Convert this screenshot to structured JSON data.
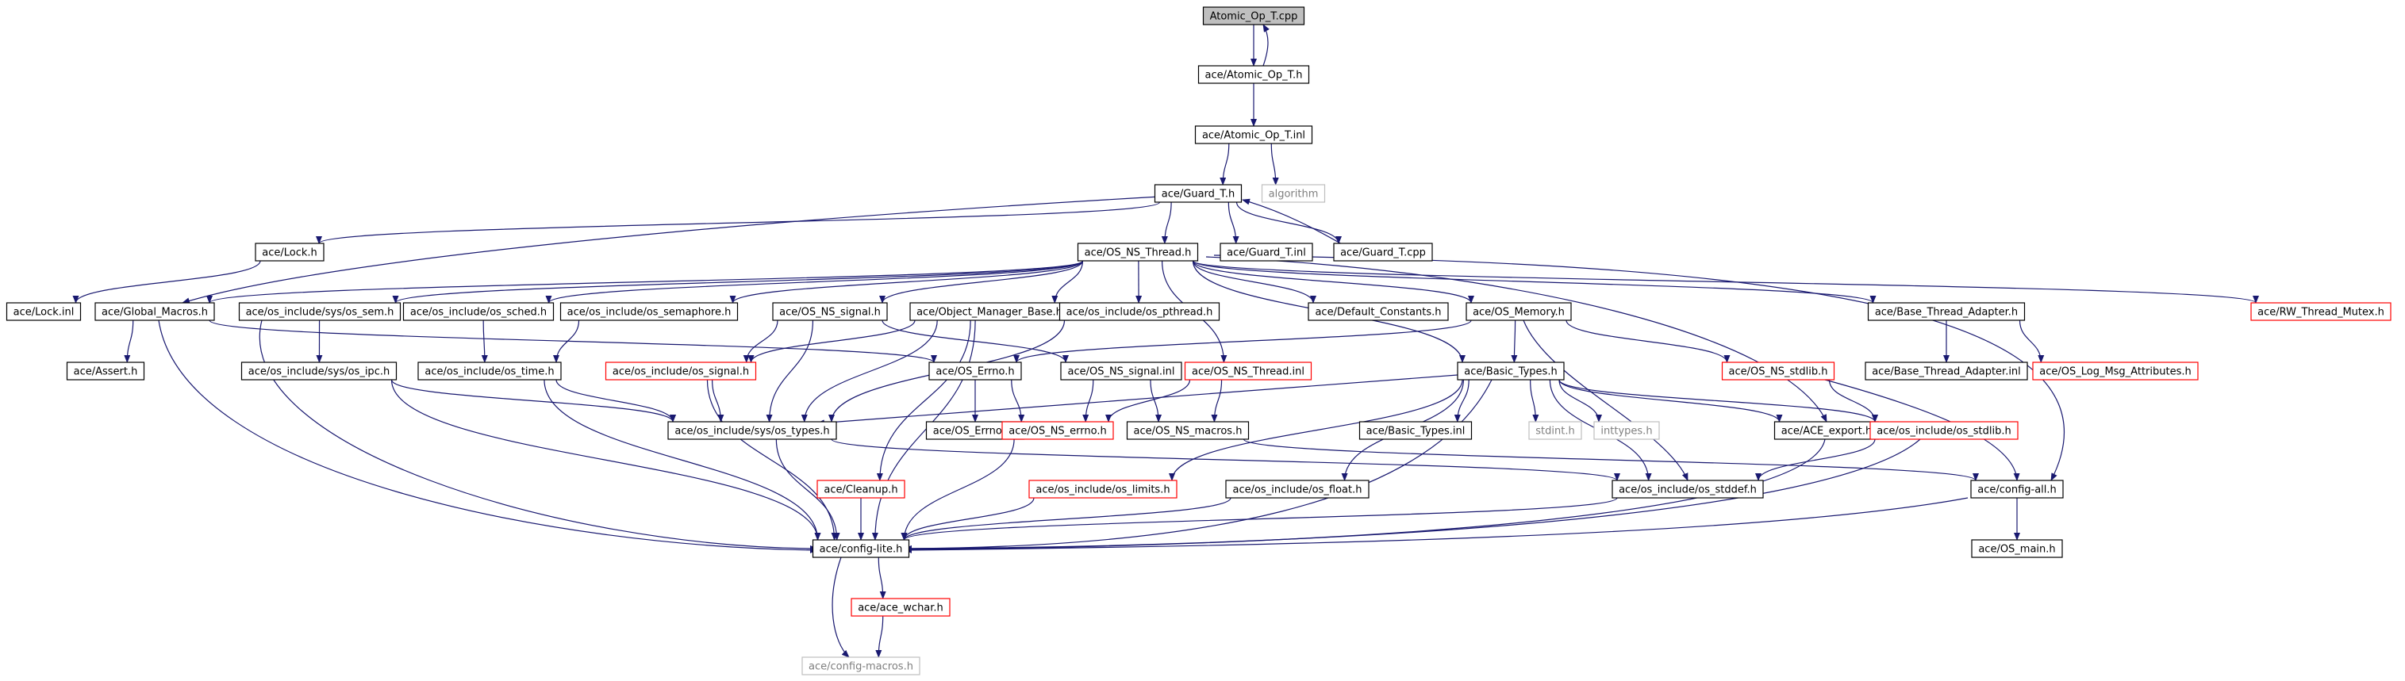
{
  "colors": {
    "edge": "#191970",
    "box_default": "#000000",
    "box_truncated": "#ff0000",
    "box_external": "#bfbfbf",
    "root_fill": "#bfbfbf",
    "text": "#000000",
    "text_external": "#7f7f7f"
  },
  "nodes": [
    {
      "id": "n_atomic_op_t_cpp",
      "label": "Atomic_Op_T.cpp",
      "kind": "root"
    },
    {
      "id": "n_atomic_op_t_h",
      "label": "ace/Atomic_Op_T.h",
      "kind": "normal"
    },
    {
      "id": "n_atomic_op_t_inl",
      "label": "ace/Atomic_Op_T.inl",
      "kind": "normal"
    },
    {
      "id": "n_algorithm",
      "label": "algorithm",
      "kind": "external"
    },
    {
      "id": "n_guard_t_h",
      "label": "ace/Guard_T.h",
      "kind": "normal"
    },
    {
      "id": "n_lock_h",
      "label": "ace/Lock.h",
      "kind": "normal"
    },
    {
      "id": "n_os_ns_thread_h",
      "label": "ace/OS_NS_Thread.h",
      "kind": "normal"
    },
    {
      "id": "n_guard_t_inl",
      "label": "ace/Guard_T.inl",
      "kind": "normal"
    },
    {
      "id": "n_guard_t_cpp",
      "label": "ace/Guard_T.cpp",
      "kind": "normal"
    },
    {
      "id": "n_lock_inl",
      "label": "ace/Lock.inl",
      "kind": "normal"
    },
    {
      "id": "n_global_macros_h",
      "label": "ace/Global_Macros.h",
      "kind": "normal"
    },
    {
      "id": "n_sys_sem_h",
      "label": "ace/os_include/sys/os_sem.h",
      "kind": "normal"
    },
    {
      "id": "n_os_sched_h",
      "label": "ace/os_include/os_sched.h",
      "kind": "normal"
    },
    {
      "id": "n_os_semaphore_h",
      "label": "ace/os_include/os_semaphore.h",
      "kind": "normal"
    },
    {
      "id": "n_os_ns_signal_h",
      "label": "ace/OS_NS_signal.h",
      "kind": "normal"
    },
    {
      "id": "n_object_manager_base_h",
      "label": "ace/Object_Manager_Base.h",
      "kind": "normal"
    },
    {
      "id": "n_os_pthread_h",
      "label": "ace/os_include/os_pthread.h",
      "kind": "normal"
    },
    {
      "id": "n_default_constants_h",
      "label": "ace/Default_Constants.h",
      "kind": "normal"
    },
    {
      "id": "n_os_memory_h",
      "label": "ace/OS_Memory.h",
      "kind": "normal"
    },
    {
      "id": "n_base_thread_adapter_h",
      "label": "ace/Base_Thread_Adapter.h",
      "kind": "normal"
    },
    {
      "id": "n_rw_thread_mutex_h",
      "label": "ace/RW_Thread_Mutex.h",
      "kind": "truncated"
    },
    {
      "id": "n_assert_h",
      "label": "ace/Assert.h",
      "kind": "normal"
    },
    {
      "id": "n_sys_ipc_h",
      "label": "ace/os_include/sys/os_ipc.h",
      "kind": "normal"
    },
    {
      "id": "n_os_time_h",
      "label": "ace/os_include/os_time.h",
      "kind": "normal"
    },
    {
      "id": "n_os_signal_h",
      "label": "ace/os_include/os_signal.h",
      "kind": "truncated"
    },
    {
      "id": "n_os_errno_h",
      "label": "ace/OS_Errno.h",
      "kind": "normal"
    },
    {
      "id": "n_os_ns_signal_inl",
      "label": "ace/OS_NS_signal.inl",
      "kind": "normal"
    },
    {
      "id": "n_os_ns_thread_inl",
      "label": "ace/OS_NS_Thread.inl",
      "kind": "truncated"
    },
    {
      "id": "n_basic_types_h",
      "label": "ace/Basic_Types.h",
      "kind": "normal"
    },
    {
      "id": "n_os_ns_stdlib_h",
      "label": "ace/OS_NS_stdlib.h",
      "kind": "truncated"
    },
    {
      "id": "n_base_thread_adapter_inl",
      "label": "ace/Base_Thread_Adapter.inl",
      "kind": "normal"
    },
    {
      "id": "n_os_log_msg_attributes_h",
      "label": "ace/OS_Log_Msg_Attributes.h",
      "kind": "truncated"
    },
    {
      "id": "n_sys_types_h",
      "label": "ace/os_include/sys/os_types.h",
      "kind": "normal"
    },
    {
      "id": "n_os_errno_inl",
      "label": "ace/OS_Errno.inl",
      "kind": "normal"
    },
    {
      "id": "n_os_include_os_errno_h",
      "label": "ace/OS_NS_errno.h",
      "kind": "truncated"
    },
    {
      "id": "n_os_ns_macros_h",
      "label": "ace/OS_NS_macros.h",
      "kind": "normal"
    },
    {
      "id": "n_basic_types_inl",
      "label": "ace/Basic_Types.inl",
      "kind": "normal"
    },
    {
      "id": "n_stdint_h",
      "label": "stdint.h",
      "kind": "external"
    },
    {
      "id": "n_inttypes_h",
      "label": "inttypes.h",
      "kind": "external"
    },
    {
      "id": "n_ace_export_h",
      "label": "ace/ACE_export.h",
      "kind": "normal"
    },
    {
      "id": "n_os_stdlib_h",
      "label": "ace/os_include/os_stdlib.h",
      "kind": "truncated"
    },
    {
      "id": "n_cleanup_h",
      "label": "ace/Cleanup.h",
      "kind": "truncated"
    },
    {
      "id": "n_os_limits_h",
      "label": "ace/os_include/os_limits.h",
      "kind": "truncated"
    },
    {
      "id": "n_os_float_h",
      "label": "ace/os_include/os_float.h",
      "kind": "normal"
    },
    {
      "id": "n_os_stddef_h",
      "label": "ace/os_include/os_stddef.h",
      "kind": "normal"
    },
    {
      "id": "n_config_all_h",
      "label": "ace/config-all.h",
      "kind": "normal"
    },
    {
      "id": "n_config_lite_h",
      "label": "ace/config-lite.h",
      "kind": "normal"
    },
    {
      "id": "n_os_main_h",
      "label": "ace/OS_main.h",
      "kind": "normal"
    },
    {
      "id": "n_ace_wchar_h",
      "label": "ace/ace_wchar.h",
      "kind": "truncated"
    },
    {
      "id": "n_config_macros_h",
      "label": "ace/config-macros.h",
      "kind": "external"
    }
  ],
  "edges": [
    [
      "n_atomic_op_t_cpp",
      "n_atomic_op_t_h"
    ],
    [
      "n_atomic_op_t_h",
      "n_atomic_op_t_cpp"
    ],
    [
      "n_atomic_op_t_h",
      "n_atomic_op_t_inl"
    ],
    [
      "n_atomic_op_t_inl",
      "n_guard_t_h"
    ],
    [
      "n_atomic_op_t_inl",
      "n_algorithm"
    ],
    [
      "n_guard_t_h",
      "n_lock_h"
    ],
    [
      "n_guard_t_h",
      "n_os_ns_thread_h"
    ],
    [
      "n_guard_t_h",
      "n_guard_t_inl"
    ],
    [
      "n_guard_t_h",
      "n_guard_t_cpp"
    ],
    [
      "n_guard_t_cpp",
      "n_guard_t_h"
    ],
    [
      "n_guard_t_h",
      "n_global_macros_h"
    ],
    [
      "n_lock_h",
      "n_lock_inl"
    ],
    [
      "n_os_ns_thread_h",
      "n_global_macros_h"
    ],
    [
      "n_os_ns_thread_h",
      "n_sys_sem_h"
    ],
    [
      "n_os_ns_thread_h",
      "n_os_sched_h"
    ],
    [
      "n_os_ns_thread_h",
      "n_os_semaphore_h"
    ],
    [
      "n_os_ns_thread_h",
      "n_os_ns_signal_h"
    ],
    [
      "n_os_ns_thread_h",
      "n_object_manager_base_h"
    ],
    [
      "n_os_ns_thread_h",
      "n_os_pthread_h"
    ],
    [
      "n_os_ns_thread_h",
      "n_default_constants_h"
    ],
    [
      "n_os_ns_thread_h",
      "n_os_memory_h"
    ],
    [
      "n_os_ns_thread_h",
      "n_base_thread_adapter_h"
    ],
    [
      "n_os_ns_thread_h",
      "n_rw_thread_mutex_h"
    ],
    [
      "n_os_ns_thread_h",
      "n_os_ns_thread_inl"
    ],
    [
      "n_os_ns_thread_h",
      "n_basic_types_h"
    ],
    [
      "n_os_ns_thread_h",
      "n_ace_export_h"
    ],
    [
      "n_os_ns_thread_h",
      "n_config_all_h"
    ],
    [
      "n_global_macros_h",
      "n_assert_h"
    ],
    [
      "n_global_macros_h",
      "n_config_lite_h"
    ],
    [
      "n_global_macros_h",
      "n_os_errno_h"
    ],
    [
      "n_sys_sem_h",
      "n_sys_ipc_h"
    ],
    [
      "n_sys_sem_h",
      "n_config_lite_h"
    ],
    [
      "n_os_sched_h",
      "n_os_time_h"
    ],
    [
      "n_os_semaphore_h",
      "n_os_time_h"
    ],
    [
      "n_os_ns_signal_h",
      "n_os_signal_h"
    ],
    [
      "n_os_ns_signal_h",
      "n_os_ns_signal_inl"
    ],
    [
      "n_os_ns_signal_h",
      "n_sys_types_h"
    ],
    [
      "n_object_manager_base_h",
      "n_os_signal_h"
    ],
    [
      "n_object_manager_base_h",
      "n_cleanup_h"
    ],
    [
      "n_object_manager_base_h",
      "n_sys_types_h"
    ],
    [
      "n_object_manager_base_h",
      "n_config_lite_h"
    ],
    [
      "n_os_pthread_h",
      "n_sys_types_h"
    ],
    [
      "n_os_memory_h",
      "n_os_errno_h"
    ],
    [
      "n_os_memory_h",
      "n_basic_types_h"
    ],
    [
      "n_os_memory_h",
      "n_os_ns_stdlib_h"
    ],
    [
      "n_os_memory_h",
      "n_os_stddef_h"
    ],
    [
      "n_base_thread_adapter_h",
      "n_base_thread_adapter_inl"
    ],
    [
      "n_base_thread_adapter_h",
      "n_os_log_msg_attributes_h"
    ],
    [
      "n_sys_ipc_h",
      "n_sys_types_h"
    ],
    [
      "n_sys_ipc_h",
      "n_config_lite_h"
    ],
    [
      "n_os_time_h",
      "n_sys_types_h"
    ],
    [
      "n_os_time_h",
      "n_config_lite_h"
    ],
    [
      "n_os_signal_h",
      "n_sys_types_h"
    ],
    [
      "n_os_signal_h",
      "n_config_lite_h"
    ],
    [
      "n_os_errno_h",
      "n_os_errno_inl"
    ],
    [
      "n_os_errno_h",
      "n_os_include_os_errno_h"
    ],
    [
      "n_os_ns_signal_inl",
      "n_os_include_os_errno_h"
    ],
    [
      "n_os_ns_signal_inl",
      "n_os_ns_macros_h"
    ],
    [
      "n_os_ns_thread_inl",
      "n_os_include_os_errno_h"
    ],
    [
      "n_os_ns_thread_inl",
      "n_os_ns_macros_h"
    ],
    [
      "n_basic_types_h",
      "n_sys_types_h"
    ],
    [
      "n_basic_types_h",
      "n_basic_types_inl"
    ],
    [
      "n_basic_types_h",
      "n_stdint_h"
    ],
    [
      "n_basic_types_h",
      "n_inttypes_h"
    ],
    [
      "n_basic_types_h",
      "n_ace_export_h"
    ],
    [
      "n_basic_types_h",
      "n_os_stdlib_h"
    ],
    [
      "n_basic_types_h",
      "n_os_limits_h"
    ],
    [
      "n_basic_types_h",
      "n_os_float_h"
    ],
    [
      "n_basic_types_h",
      "n_os_stddef_h"
    ],
    [
      "n_basic_types_h",
      "n_config_lite_h"
    ],
    [
      "n_os_ns_stdlib_h",
      "n_os_stdlib_h"
    ],
    [
      "n_os_ns_stdlib_h",
      "n_config_all_h"
    ],
    [
      "n_sys_types_h",
      "n_os_stddef_h"
    ],
    [
      "n_sys_types_h",
      "n_config_lite_h"
    ],
    [
      "n_os_include_os_errno_h",
      "n_config_lite_h"
    ],
    [
      "n_os_ns_macros_h",
      "n_config_all_h"
    ],
    [
      "n_ace_export_h",
      "n_config_lite_h"
    ],
    [
      "n_os_stdlib_h",
      "n_os_stddef_h"
    ],
    [
      "n_os_stdlib_h",
      "n_config_lite_h"
    ],
    [
      "n_cleanup_h",
      "n_config_lite_h"
    ],
    [
      "n_os_limits_h",
      "n_config_lite_h"
    ],
    [
      "n_os_float_h",
      "n_config_lite_h"
    ],
    [
      "n_os_stddef_h",
      "n_config_lite_h"
    ],
    [
      "n_config_all_h",
      "n_config_lite_h"
    ],
    [
      "n_config_all_h",
      "n_os_main_h"
    ],
    [
      "n_config_lite_h",
      "n_ace_wchar_h"
    ],
    [
      "n_config_lite_h",
      "n_config_macros_h"
    ],
    [
      "n_ace_wchar_h",
      "n_config_macros_h"
    ]
  ]
}
